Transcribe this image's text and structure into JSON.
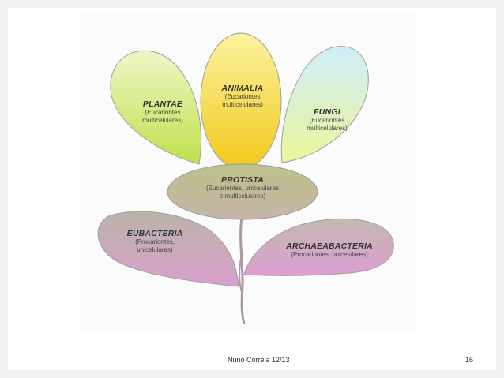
{
  "diagram": {
    "kingdoms": [
      {
        "key": "plantae",
        "name": "PLANTAE",
        "desc_lines": [
          "(Eucariontes",
          "multicelulares)"
        ]
      },
      {
        "key": "animalia",
        "name": "ANIMALIA",
        "desc_lines": [
          "(Eucariontes",
          "multicelulares)"
        ]
      },
      {
        "key": "fungi",
        "name": "FUNGI",
        "desc_lines": [
          "(Eucariontes",
          "multicelulares)"
        ]
      },
      {
        "key": "protista",
        "name": "PROTISTA",
        "desc_lines": [
          "(Eucariontes, unicelulares",
          "e multicelulares)"
        ]
      },
      {
        "key": "eubacteria",
        "name": "EUBACTERIA",
        "desc_lines": [
          "(Procariontes,",
          "unicelulares)"
        ]
      },
      {
        "key": "archaeabacteria",
        "name": "ARCHAEABACTERIA",
        "desc_lines": [
          "(Procariontes, unicelulares)"
        ]
      }
    ],
    "colors": {
      "plantae": [
        "#eef6c8",
        "#bfe04a"
      ],
      "animalia": [
        "#fbf3a0",
        "#f2c81c"
      ],
      "fungi": [
        "#cfeefa",
        "#ecf59a"
      ],
      "protista": [
        "#bcc28a",
        "#c7b4a8"
      ],
      "eubacteria": [
        "#b9b4a8",
        "#d9a0cf"
      ],
      "archaeabacteria": [
        "#c4b8b0",
        "#dc9fd2"
      ],
      "stem": "#a99aa6"
    }
  },
  "footer": {
    "author": "Nuno Correia 12/13",
    "page": "16"
  }
}
